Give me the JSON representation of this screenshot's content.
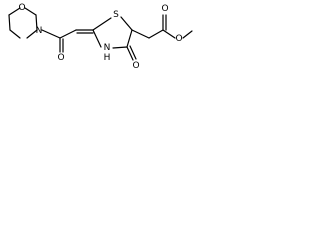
{
  "molecule": {
    "atoms": {
      "morpholine_oxygen": "O",
      "morpholine_nitrogen": "N",
      "amide_oxygen": "O",
      "thiazolidine_sulfur": "S",
      "thiazolidine_nitrogen": "N",
      "ring_nitrogen_hydrogen": "H",
      "ring_carbonyl_oxygen": "O",
      "ester_carbonyl_oxygen": "O",
      "ester_oxygen": "O"
    }
  }
}
